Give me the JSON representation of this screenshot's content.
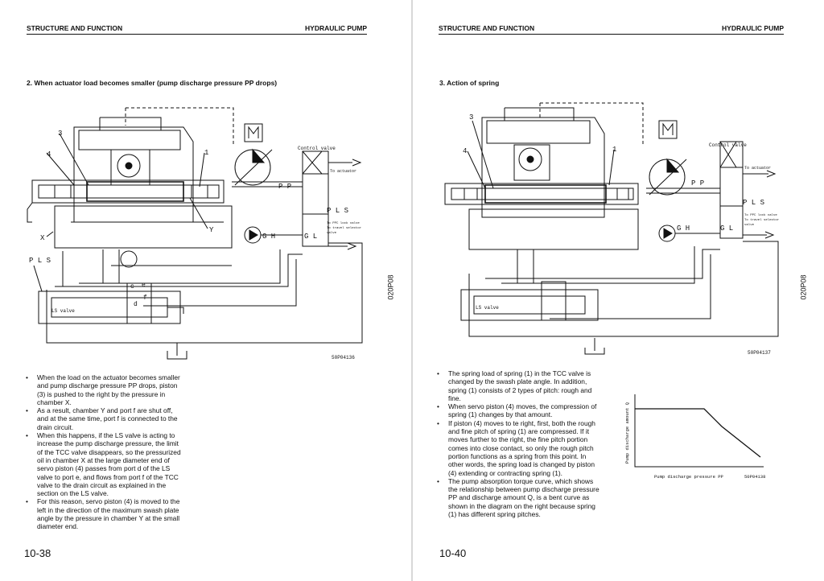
{
  "left": {
    "header_left": "STRUCTURE AND FUNCTION",
    "header_right": "HYDRAULIC PUMP",
    "section_title": "2.  When actuator load becomes smaller (pump discharge pressure PP drops)",
    "diagram_code": "50P04136",
    "side_code": "020P08",
    "page_number": "10-38",
    "labels": {
      "n3": "3",
      "n4": "4",
      "n1": "1",
      "x": "X",
      "y": "Y",
      "pp": "P P",
      "gh": "G H",
      "gl": "G L",
      "pls_right": "P L S",
      "pls_left": "P L S",
      "c": "c",
      "e": "e",
      "d": "d",
      "f": "f",
      "control_valve": "Control valve",
      "to_actuator": "To actuator",
      "to_ppc": "To PPC lock valve",
      "to_travel": "To travel selector",
      "valve": "valve",
      "ls_valve": "LS valve"
    },
    "bullets": [
      "When the load on the actuator becomes smaller and pump discharge pressure PP drops, piston (3) is pushed to the right by the pressure in chamber X.",
      "As a result, chamber Y and port f are shut off, and at the same time, port f is connected to the drain circuit.",
      "When this happens, if the LS valve is acting to increase the pump discharge pressure, the limit of the TCC valve disappears, so the pressurized oil in chamber X at the large diameter end of servo piston (4) passes from port d of the LS valve to port e, and flows from port f of the TCC valve to the drain circuit as explained in the section on the LS valve.",
      "For this reason, servo piston (4) is moved to the left in the direction of the maximum swash plate angle by the pressure in chamber Y at the small diameter end."
    ]
  },
  "right": {
    "header_left": "STRUCTURE AND FUNCTION",
    "header_right": "HYDRAULIC PUMP",
    "section_title": "3.  Action of spring",
    "diagram_code": "50P04137",
    "graph_code": "50P04138",
    "side_code": "020P08",
    "page_number": "10-40",
    "labels": {
      "n3": "3",
      "n4": "4",
      "n1": "1",
      "pp": "P P",
      "gh": "G H",
      "gl": "G L",
      "pls": "P L S",
      "control_valve": "Control valve",
      "to_actuator": "To actuator",
      "to_ppc": "To PPC lock valve",
      "to_travel": "To travel selector",
      "valve": "valve",
      "ls_valve": "LS valve"
    },
    "graph": {
      "xlabel": "Pump discharge pressure PP",
      "ylabel": "Pump discharge amount Q"
    },
    "bullets": [
      "The spring load of spring (1) in the TCC valve is changed by the swash plate angle. In addition, spring (1) consists of 2 types of pitch: rough and fine.",
      "When servo piston (4) moves, the compression of spring (1) changes by that amount.",
      "If piston (4) moves to te right, first, both the rough and fine pitch of spring (1) are compressed. If it moves further to the right, the fine pitch portion comes into close contact, so only the rough pitch portion functions as a spring from this point. In other words, the spring load is changed by piston (4) extending or contracting spring (1).",
      "The pump absorption torque curve, which shows the relationship between pump discharge pressure PP and discharge amount Q, is a bent curve as shown in the diagram on the right because spring (1) has different spring pitches."
    ]
  }
}
